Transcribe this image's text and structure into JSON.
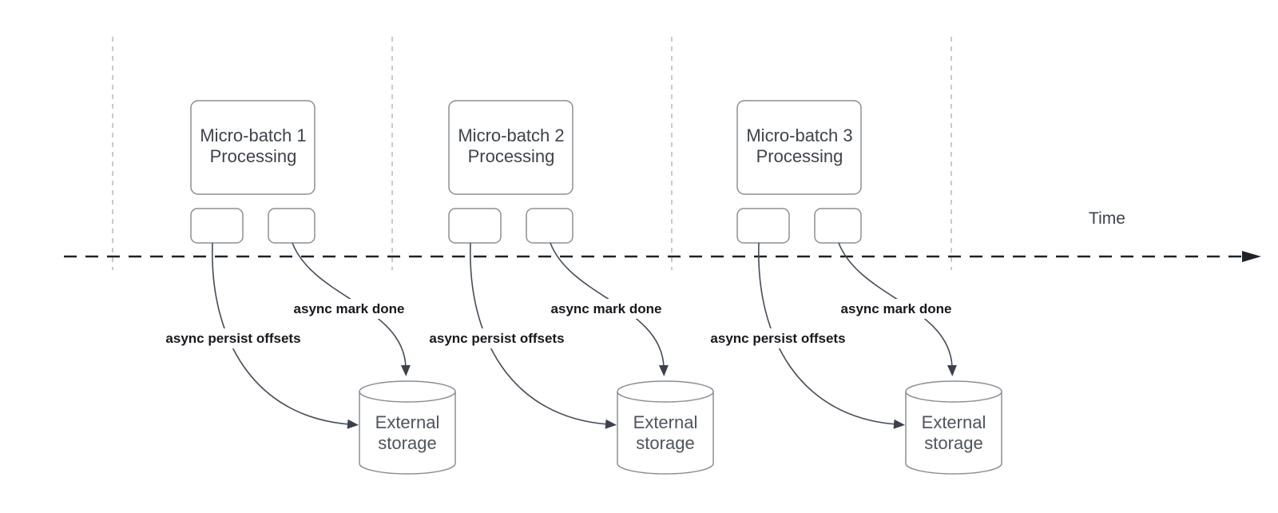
{
  "colors": {
    "background": "#ffffff",
    "node_stroke": "#8b8f96",
    "flow_stroke": "#454c57",
    "arrow_fill": "#3b414c",
    "timeline_color": "#1f232a",
    "guide_color": "#b3b4b6",
    "title_color": "#3e434b",
    "storage_color": "#4f545d",
    "label_color": "#16181c"
  },
  "timeline": {
    "label": "Time"
  },
  "groups": [
    {
      "title_line1": "Micro-batch 1",
      "title_line2": "Processing",
      "persist_label": "async persist offsets",
      "done_label": "async mark done",
      "storage_line1": "External",
      "storage_line2": "storage"
    },
    {
      "title_line1": "Micro-batch 2",
      "title_line2": "Processing",
      "persist_label": "async persist offsets",
      "done_label": "async mark done",
      "storage_line1": "External",
      "storage_line2": "storage"
    },
    {
      "title_line1": "Micro-batch 3",
      "title_line2": "Processing",
      "persist_label": "async persist offsets",
      "done_label": "async mark done",
      "storage_line1": "External",
      "storage_line2": "storage"
    }
  ]
}
